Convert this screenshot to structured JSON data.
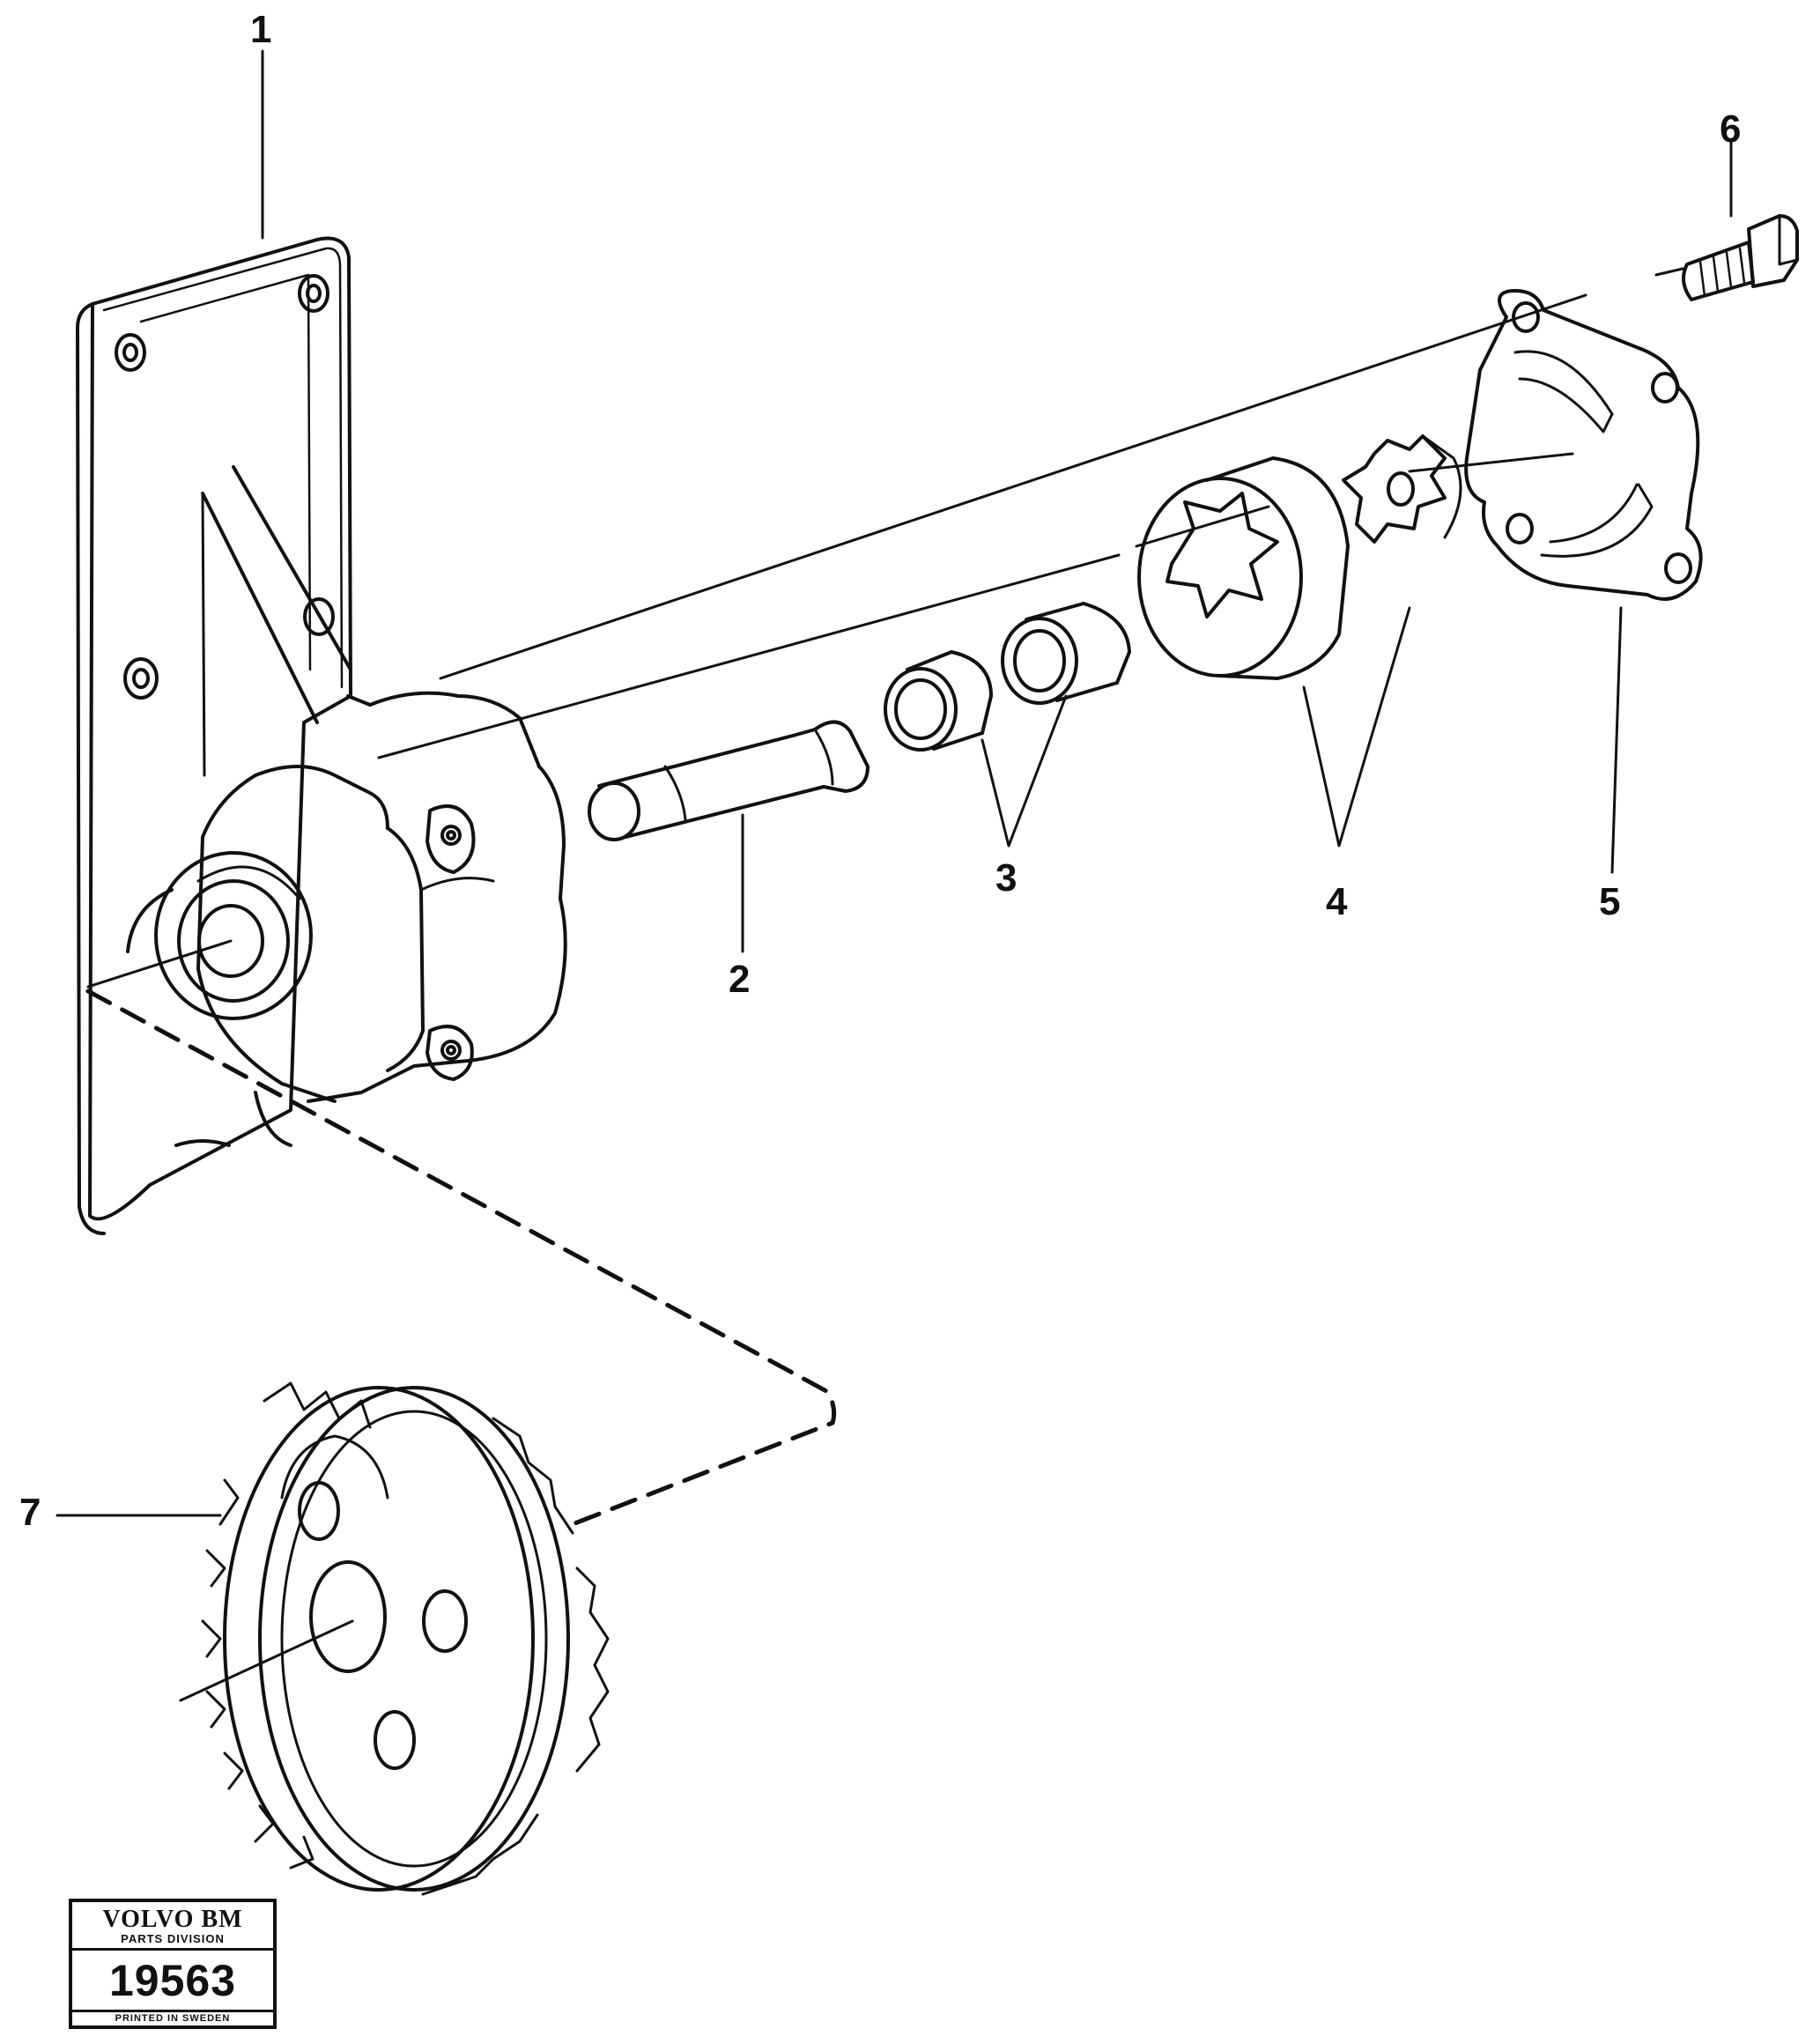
{
  "callouts": {
    "c1": "1",
    "c2": "2",
    "c3": "3",
    "c4": "4",
    "c5": "5",
    "c6": "6",
    "c7": "7"
  },
  "stamp": {
    "brand": "VOLVO BM",
    "division": "PARTS DIVISION",
    "number": "19563",
    "footer": "PRINTED IN SWEDEN"
  },
  "colors": {
    "ink": "#111111",
    "paper": "#ffffff"
  }
}
